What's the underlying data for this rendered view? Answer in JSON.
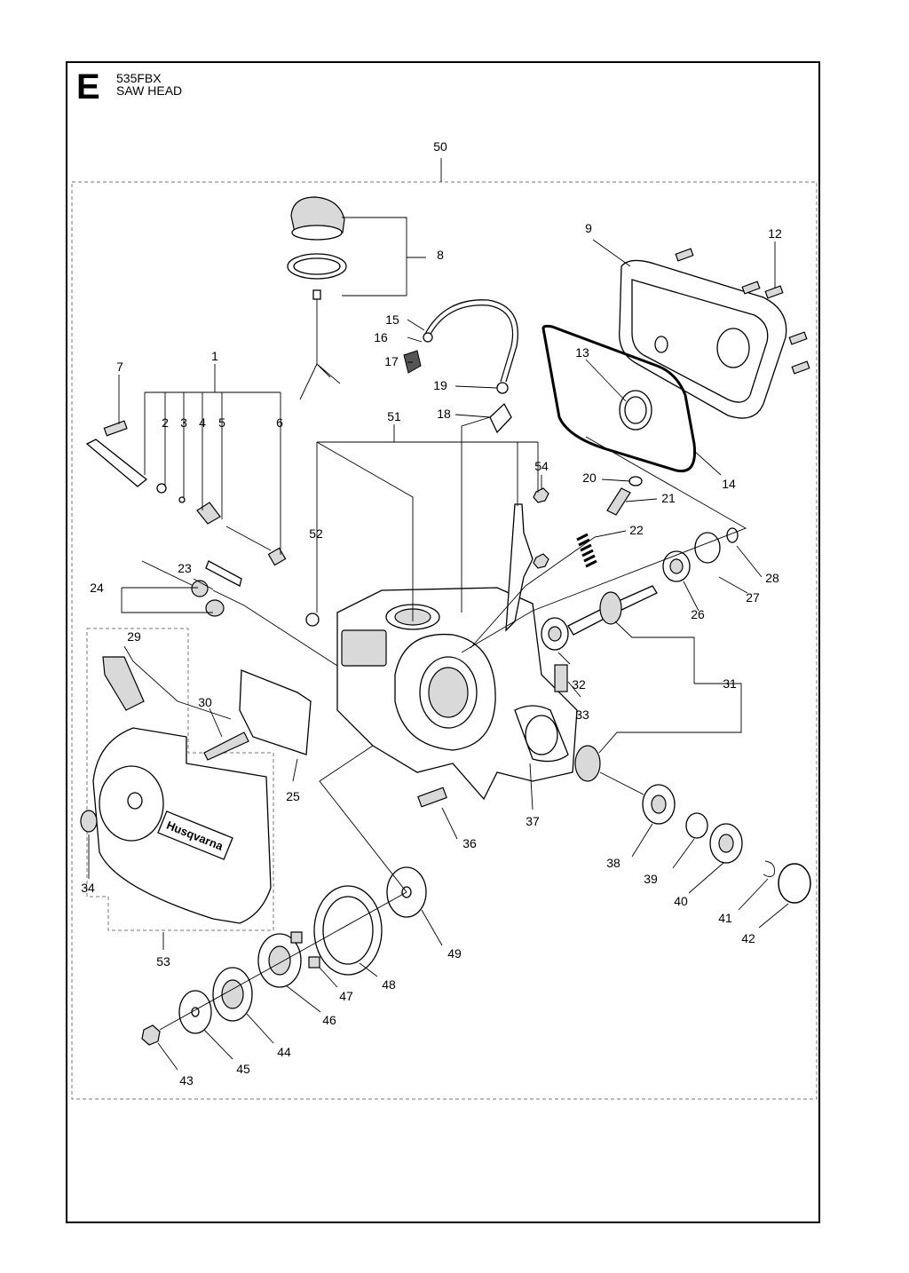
{
  "section_letter": "E",
  "model": "535FBX",
  "section_title": "SAW HEAD",
  "callouts": [
    "1",
    "2",
    "3",
    "4",
    "5",
    "6",
    "7",
    "8",
    "9",
    "12",
    "13",
    "14",
    "15",
    "16",
    "17",
    "18",
    "19",
    "20",
    "21",
    "22",
    "23",
    "24",
    "25",
    "26",
    "27",
    "28",
    "29",
    "30",
    "31",
    "32",
    "33",
    "34",
    "36",
    "37",
    "38",
    "39",
    "40",
    "41",
    "42",
    "43",
    "44",
    "45",
    "46",
    "47",
    "48",
    "49",
    "50",
    "51",
    "52",
    "53",
    "54"
  ],
  "brand_logo_text": "Husqvarna",
  "colors": {
    "line": "#000000",
    "shade": "#d9d9d9",
    "dashed_box": "#777777",
    "background": "#ffffff"
  }
}
